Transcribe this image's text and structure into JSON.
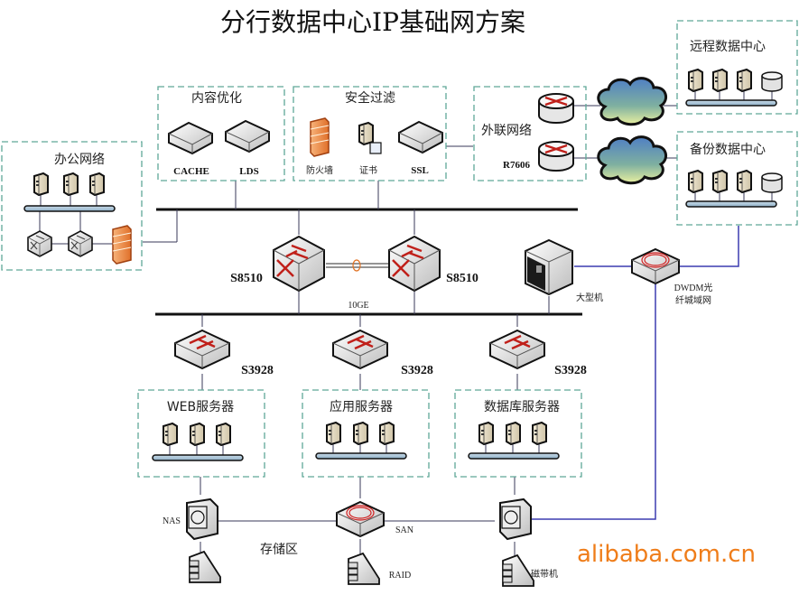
{
  "title": "分行数据中心IP基础网方案",
  "groups": {
    "office": {
      "label": "办公网络"
    },
    "content": {
      "label": "内容优化",
      "devices": [
        "CACHE",
        "LDS"
      ]
    },
    "security": {
      "label": "安全过滤",
      "devices": [
        "防火墙",
        "证书",
        "SSL"
      ]
    },
    "external": {
      "label": "外联网络",
      "router_label": "R7606"
    },
    "remote_dc": {
      "label": "远程数据中心"
    },
    "backup_dc": {
      "label": "备份数据中心"
    },
    "web": {
      "label": "WEB服务器"
    },
    "app": {
      "label": "应用服务器"
    },
    "db": {
      "label": "数据库服务器"
    }
  },
  "core": {
    "switch_left": "S8510",
    "switch_right": "S8510",
    "link_label": "10GE",
    "mainframe": "大型机",
    "dwdm": "DWDM光",
    "dwdm_line2": "纤城域网"
  },
  "access": {
    "switches": [
      "S3928",
      "S3928",
      "S3928"
    ]
  },
  "storage": {
    "zone_label": "存储区",
    "nas": "NAS",
    "san": "SAN",
    "raid": "RAID",
    "tape": "磁带机"
  },
  "watermark": "alibaba.com.cn",
  "colors": {
    "dashed_border": "#5fa898",
    "dwdm_link": "#3b3bb0",
    "watermark": "#ef7d1a",
    "device_arrows": "#c0201a"
  }
}
